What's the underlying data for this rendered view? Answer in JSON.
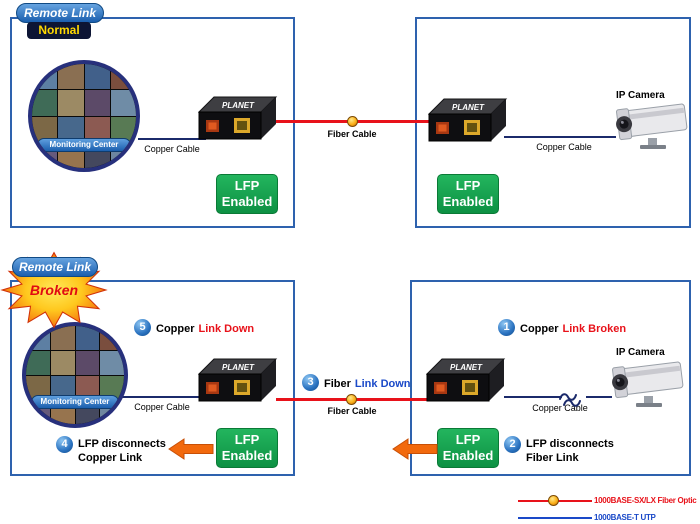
{
  "labels": {
    "monitoring_center": "Monitoring Center",
    "copper_cable": "Copper Cable",
    "fiber_cable": "Fiber Cable",
    "ip_camera": "IP Camera",
    "device_brand": "PLANET",
    "lfp_line1": "LFP",
    "lfp_line2": "Enabled"
  },
  "normal": {
    "badge_title": "Remote Link",
    "badge_state": "Normal"
  },
  "broken": {
    "badge_title": "Remote Link",
    "badge_state": "Broken",
    "steps": {
      "s1": {
        "num": "1",
        "plain": "Copper",
        "colored": "Link Broken"
      },
      "s2": {
        "num": "2",
        "line1": "LFP disconnects",
        "line2": "Fiber Link"
      },
      "s3": {
        "num": "3",
        "plain": "Fiber",
        "colored": "Link Down"
      },
      "s4": {
        "num": "4",
        "line1": "LFP disconnects",
        "line2": "Copper Link"
      },
      "s5": {
        "num": "5",
        "plain": "Copper",
        "colored": "Link Down"
      }
    }
  },
  "legend": {
    "fiber": "1000BASE-SX/LX Fiber Optic",
    "utp": "1000BASE-T UTP"
  },
  "colors": {
    "box_border": "#2e62ae",
    "copper_cable": "#1b2a6b",
    "fiber_cable": "#e8121a",
    "lfp_green": "#12a04c",
    "arrow_orange": "#f2690d",
    "step_circle_blue": "#2a72c0",
    "badge_blue": "#1b5fae",
    "normal_text_yellow": "#ffd800",
    "broken_text_red": "#e00a12"
  }
}
